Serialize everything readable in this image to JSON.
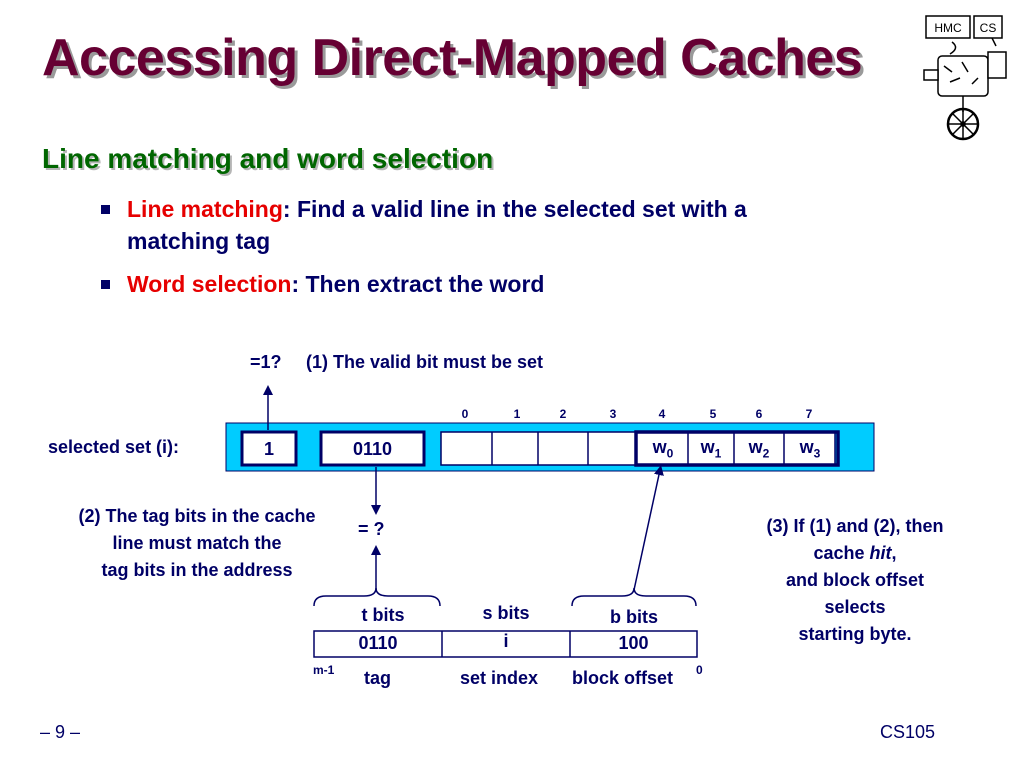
{
  "title": "Accessing Direct-Mapped Caches",
  "subtitle": "Line matching and word selection",
  "bullets": [
    {
      "term": "Line matching",
      "text1": ": Find a valid line in the selected set with a",
      "text2": "matching tag"
    },
    {
      "term": "Word selection",
      "text": ": Then extract the word"
    }
  ],
  "logo": {
    "text1": "HMC",
    "text2": "CS"
  },
  "diagram": {
    "valid_check": "=1?",
    "valid_note": "(1) The valid bit must be set",
    "offset_numbers": [
      "0",
      "1",
      "2",
      "3",
      "4",
      "5",
      "6",
      "7"
    ],
    "selected_set_label": "selected set (i):",
    "valid_bit": "1",
    "tag_value": "0110",
    "words": [
      {
        "base": "w",
        "sub": "0"
      },
      {
        "base": "w",
        "sub": "1"
      },
      {
        "base": "w",
        "sub": "2"
      },
      {
        "base": "w",
        "sub": "3"
      }
    ],
    "tag_note": [
      "(2) The tag bits in the cache",
      "line must match the",
      "tag bits in the address"
    ],
    "tag_check": "= ?",
    "hit_note": {
      "l1": "(3) If (1) and (2), then",
      "l2a": "cache ",
      "l2b": "hit",
      "l2c": ",",
      "l3": "and block offset",
      "l4": "selects",
      "l5": "starting byte."
    },
    "address": {
      "field_labels": [
        "t bits",
        "s bits",
        "b bits"
      ],
      "field_values": [
        "0110",
        "i",
        "100"
      ],
      "field_names": [
        "tag",
        "set index",
        "block offset"
      ],
      "msb": "m-1",
      "lsb": "0"
    }
  },
  "footer": {
    "page": "– 9 –",
    "course": "CS105"
  },
  "colors": {
    "title": "#660033",
    "subtitle": "#006600",
    "text": "#000066",
    "term": "#e60000",
    "set_fill": "#00ccff"
  }
}
